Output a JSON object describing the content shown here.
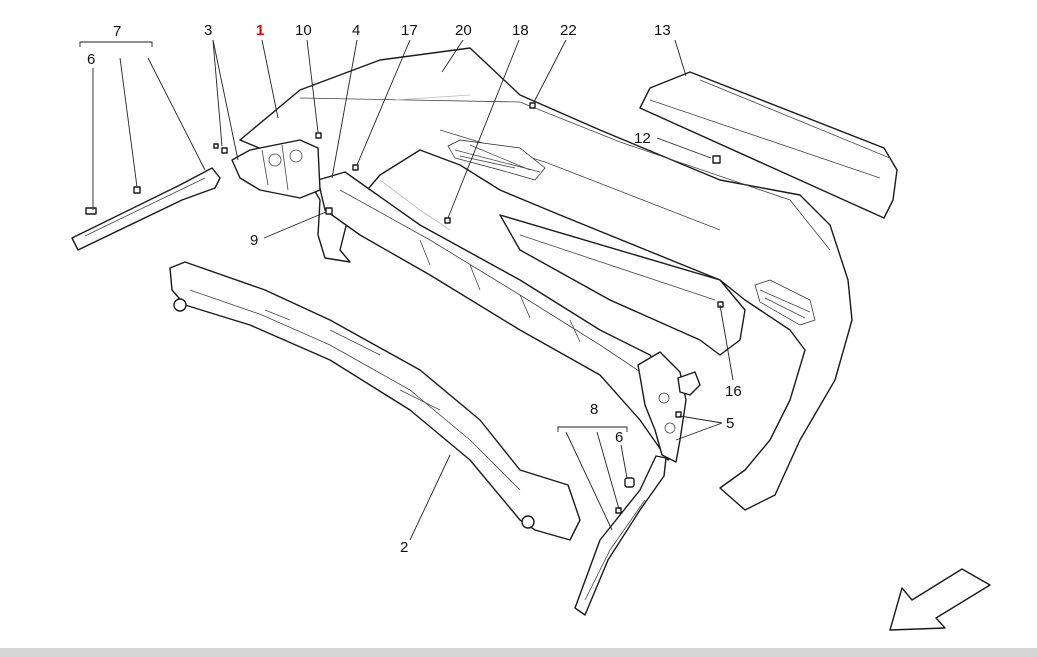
{
  "diagram": {
    "callouts": [
      {
        "id": "c7",
        "label": "7",
        "highlight": false
      },
      {
        "id": "c6a",
        "label": "6",
        "highlight": false
      },
      {
        "id": "c3",
        "label": "3",
        "highlight": false
      },
      {
        "id": "c1",
        "label": "1",
        "highlight": true
      },
      {
        "id": "c10",
        "label": "10",
        "highlight": false
      },
      {
        "id": "c4",
        "label": "4",
        "highlight": false
      },
      {
        "id": "c17",
        "label": "17",
        "highlight": false
      },
      {
        "id": "c20",
        "label": "20",
        "highlight": false
      },
      {
        "id": "c18",
        "label": "18",
        "highlight": false
      },
      {
        "id": "c22",
        "label": "22",
        "highlight": false
      },
      {
        "id": "c13",
        "label": "13",
        "highlight": false
      },
      {
        "id": "c12",
        "label": "12",
        "highlight": false
      },
      {
        "id": "c9",
        "label": "9",
        "highlight": false
      },
      {
        "id": "c16",
        "label": "16",
        "highlight": false
      },
      {
        "id": "c5",
        "label": "5",
        "highlight": false
      },
      {
        "id": "c8",
        "label": "8",
        "highlight": false
      },
      {
        "id": "c6b",
        "label": "6",
        "highlight": false
      },
      {
        "id": "c2",
        "label": "2",
        "highlight": false
      }
    ],
    "colors": {
      "highlight": "#e00000",
      "line": "#1a1a1a",
      "footer_bar": "#d6d6d6"
    },
    "icons": {
      "orientation_arrow": "arrow-down-left-icon"
    }
  }
}
